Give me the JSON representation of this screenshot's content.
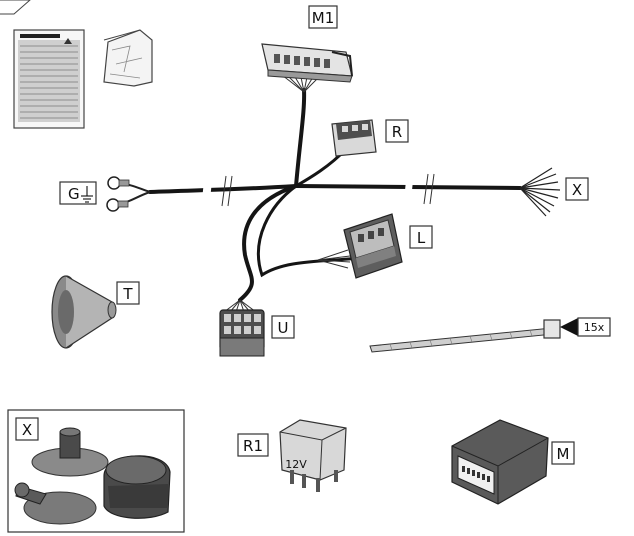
{
  "labels": {
    "m1": "M1",
    "r": "R",
    "x_wire": "X",
    "g": "G",
    "l": "L",
    "t": "T",
    "u": "U",
    "qty": "15x",
    "x_socket": "X",
    "r1": "R1",
    "relay_text": "12V",
    "m": "M"
  }
}
